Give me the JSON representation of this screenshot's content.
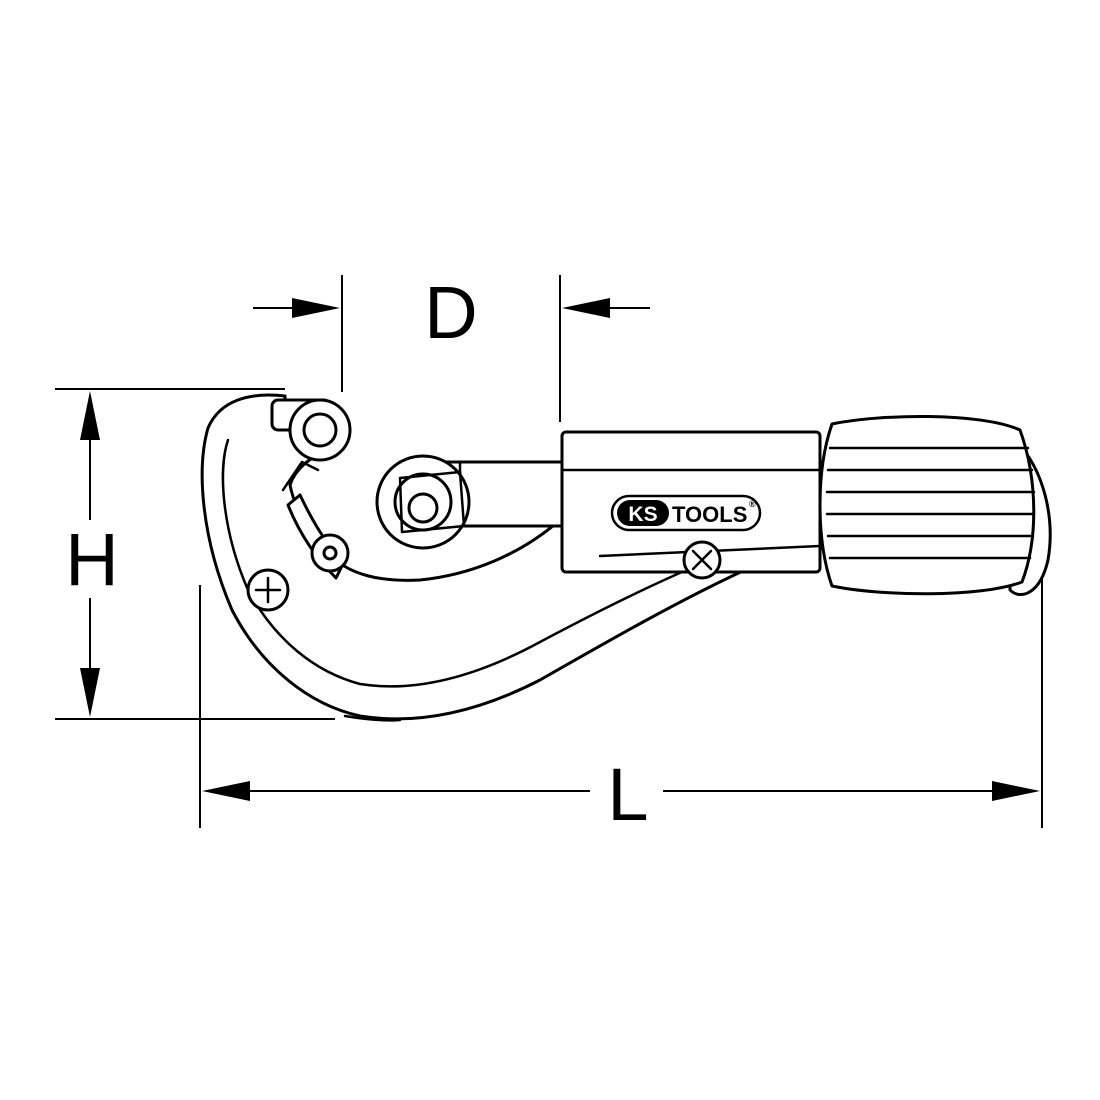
{
  "dimensions": {
    "d": "D",
    "h": "H",
    "l": "L"
  },
  "logo": {
    "brand_left": "KS",
    "brand_right": "TOOLS",
    "mark": "®"
  },
  "colors": {
    "line": "#000000",
    "background": "#ffffff"
  }
}
